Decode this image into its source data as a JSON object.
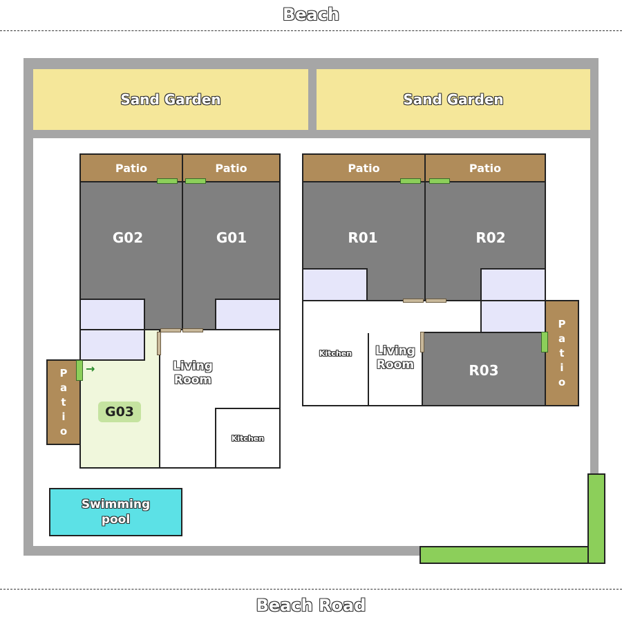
{
  "labels": {
    "beach": "Beach",
    "beach_road": "Beach Road",
    "sand_garden_left": "Sand Garden",
    "sand_garden_right": "Sand Garden",
    "patio_g02": "Patio",
    "patio_g01": "Patio",
    "patio_r01": "Patio",
    "patio_r02": "Patio",
    "patio_g03": "P a t i o",
    "patio_r03": "P a t i o",
    "room_g02": "G02",
    "room_g01": "G01",
    "room_r01": "R01",
    "room_r02": "R02",
    "room_r03": "R03",
    "room_g03": "G03",
    "living_room_left": "Living Room",
    "living_room_right": "Living Room",
    "kitchen_left": "Kitchen",
    "kitchen_right": "Kitchen",
    "swimming_pool": "Swimming pool",
    "arrow": "→"
  },
  "colors": {
    "wall": "#a6a6a6",
    "sand": "#f5e79a",
    "room_dark": "#808080",
    "patio": "#b08c5a",
    "glass": "#e6e6fa",
    "g03_floor": "#f0f7dc",
    "g03_badge": "#c5e3a0",
    "pool": "#5ce1e6",
    "door_green": "#8ccf5a",
    "door_beige": "#c8b89a"
  }
}
